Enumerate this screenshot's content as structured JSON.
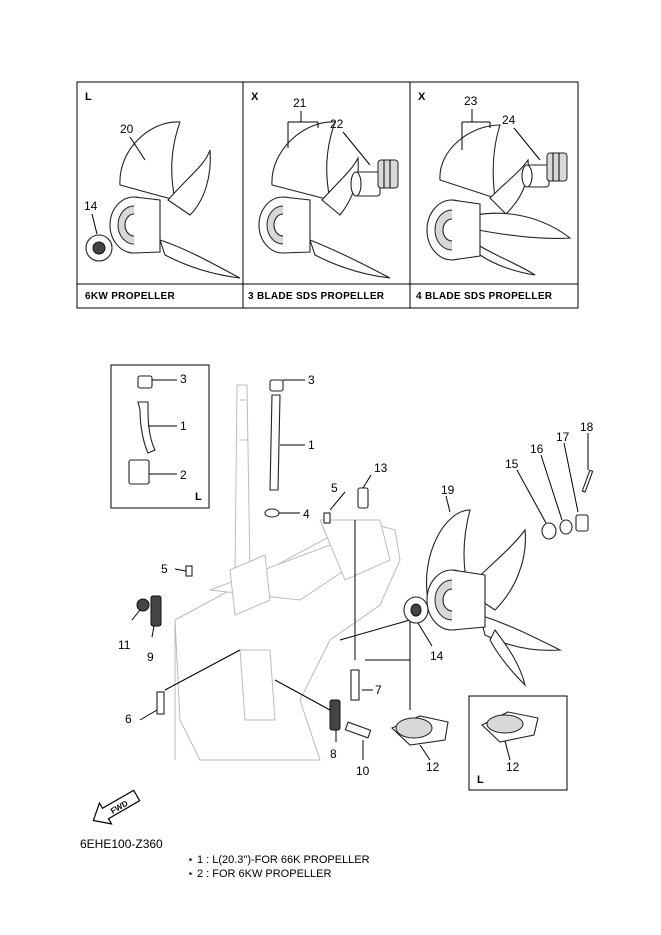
{
  "panels": [
    {
      "header": "L",
      "caption": "6KW PROPELLER",
      "refs": [
        "20",
        "14"
      ]
    },
    {
      "header": "X",
      "caption": "3 BLADE SDS PROPELLER",
      "refs": [
        "21",
        "22"
      ]
    },
    {
      "header": "X",
      "caption": "4 BLADE SDS PROPELLER",
      "refs": [
        "23",
        "24"
      ]
    }
  ],
  "inset_left": {
    "header": "L",
    "refs": [
      "3",
      "1",
      "2"
    ]
  },
  "inset_right": {
    "header": "L",
    "refs": [
      "12"
    ]
  },
  "main_refs": {
    "r3": "3",
    "r1": "1",
    "r4": "4",
    "r5a": "5",
    "r5b": "5",
    "r13": "13",
    "r6": "6",
    "r7": "7",
    "r8": "8",
    "r9": "9",
    "r10": "10",
    "r11": "11",
    "r12": "12",
    "r14": "14",
    "r15": "15",
    "r16": "16",
    "r17": "17",
    "r18": "18",
    "r19": "19"
  },
  "fwd_label": "FWD",
  "diagram_code": "6EHE100-Z360",
  "notes": [
    "⋆ 1 : L(20.3\")-FOR 66K PROPELLER",
    "⋆ 2 : FOR 6KW PROPELLER"
  ]
}
